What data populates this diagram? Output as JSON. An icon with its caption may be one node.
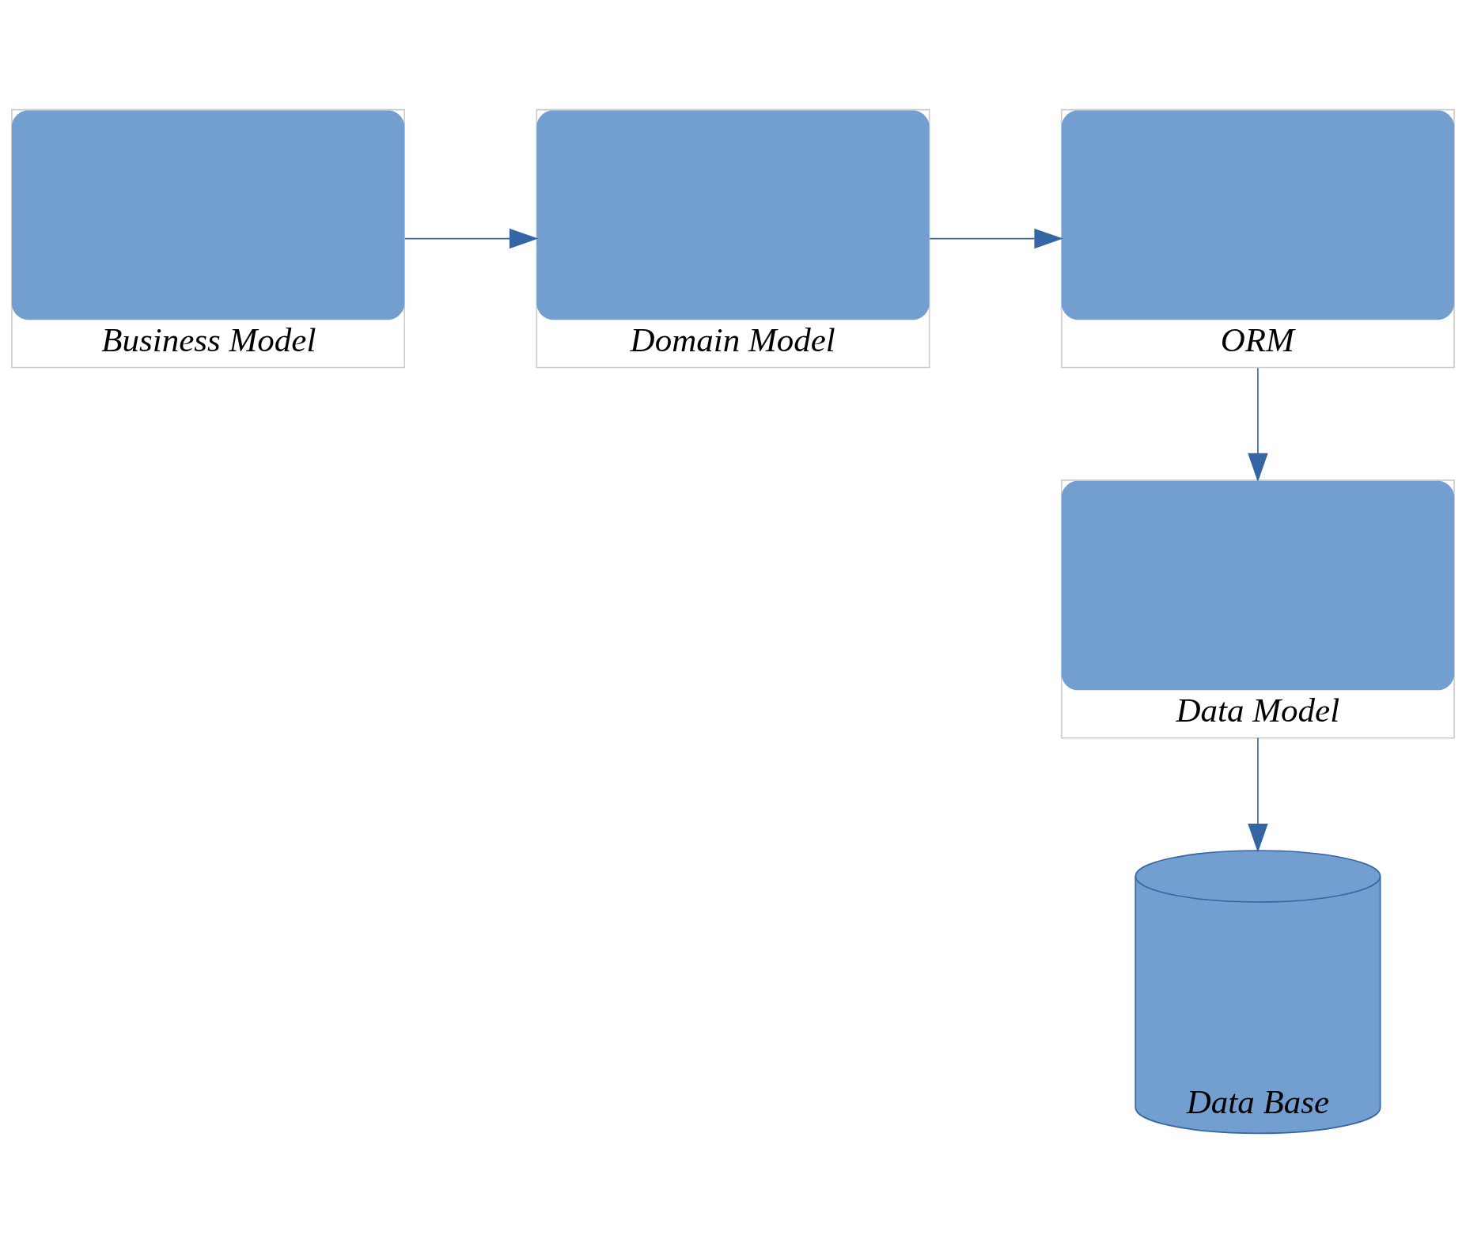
{
  "diagram": {
    "nodes": [
      {
        "text": [
          "Business Model"
        ]
      },
      {
        "text": [
          "Domain Model"
        ]
      },
      {
        "text": [
          "ORM"
        ]
      },
      {
        "text": [
          "Data Model"
        ]
      },
      {
        "text": [
          "Data Base"
        ]
      }
    ],
    "edges": [
      {
        "from": 0,
        "to": 1,
        "arrow": "to"
      },
      {
        "from": 1,
        "to": 2,
        "arrow": "to"
      },
      {
        "from": 2,
        "to": 3,
        "arrow": "to"
      },
      {
        "from": 3,
        "to": 4,
        "arrow": "to"
      }
    ]
  }
}
